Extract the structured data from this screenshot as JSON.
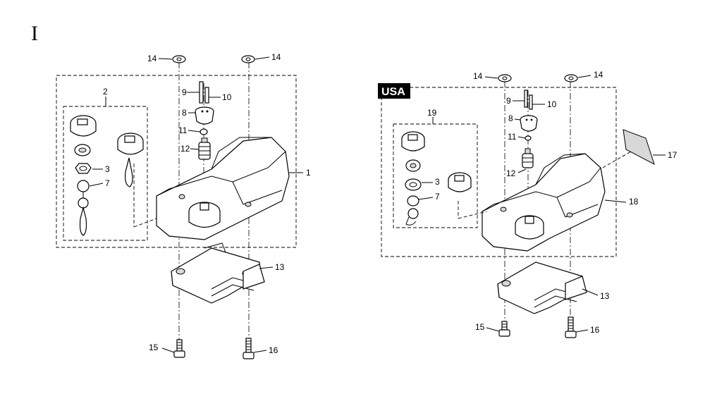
{
  "section_label": "I",
  "usa_badge": "USA",
  "left_callouts": {
    "c1": "1",
    "c2": "2",
    "c3": "3",
    "c7": "7",
    "c8": "8",
    "c9": "9",
    "c10": "10",
    "c11": "11",
    "c12": "12",
    "c13": "13",
    "c14a": "14",
    "c14b": "14",
    "c15": "15",
    "c16": "16"
  },
  "right_callouts": {
    "c3": "3",
    "c7": "7",
    "c8": "8",
    "c9": "9",
    "c10": "10",
    "c11": "11",
    "c12": "12",
    "c13": "13",
    "c14a": "14",
    "c14b": "14",
    "c15": "15",
    "c16": "16",
    "c17": "17",
    "c18": "18",
    "c19": "19"
  }
}
